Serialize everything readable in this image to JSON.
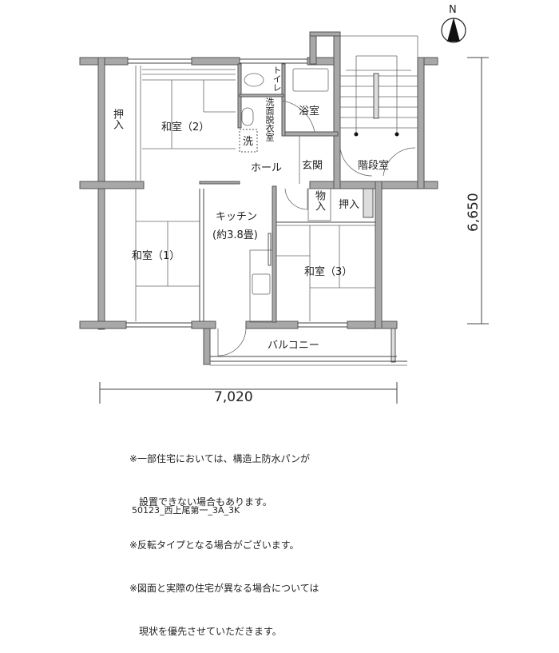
{
  "north": {
    "label": "N"
  },
  "rooms": {
    "oshiire_left": "押入",
    "washitsu2": "和室（2）",
    "toilet": "トイレ",
    "senmen": "洗面脱衣室",
    "washer": "洗",
    "bath": "浴室",
    "hall": "ホール",
    "genkan": "玄関",
    "stairs": "階段室",
    "monoire": "物入",
    "oshiire_right": "押入",
    "kitchen": "キッチン",
    "kitchen_size": "(約3.8畳)",
    "washitsu1": "和室（1）",
    "washitsu3": "和室（3）",
    "balcony": "バルコニー"
  },
  "dimensions": {
    "height": "6,650",
    "width": "7,020"
  },
  "notes": [
    "※一部住宅においては、構造上防水パンが",
    "　設置できない場合もあります。",
    "※反転タイプとなる場合がございます。",
    "※図面と実際の住宅が異なる場合については",
    "　現状を優先させていただきます。"
  ],
  "footer": "50123_西上尾第一_3A_3K"
}
